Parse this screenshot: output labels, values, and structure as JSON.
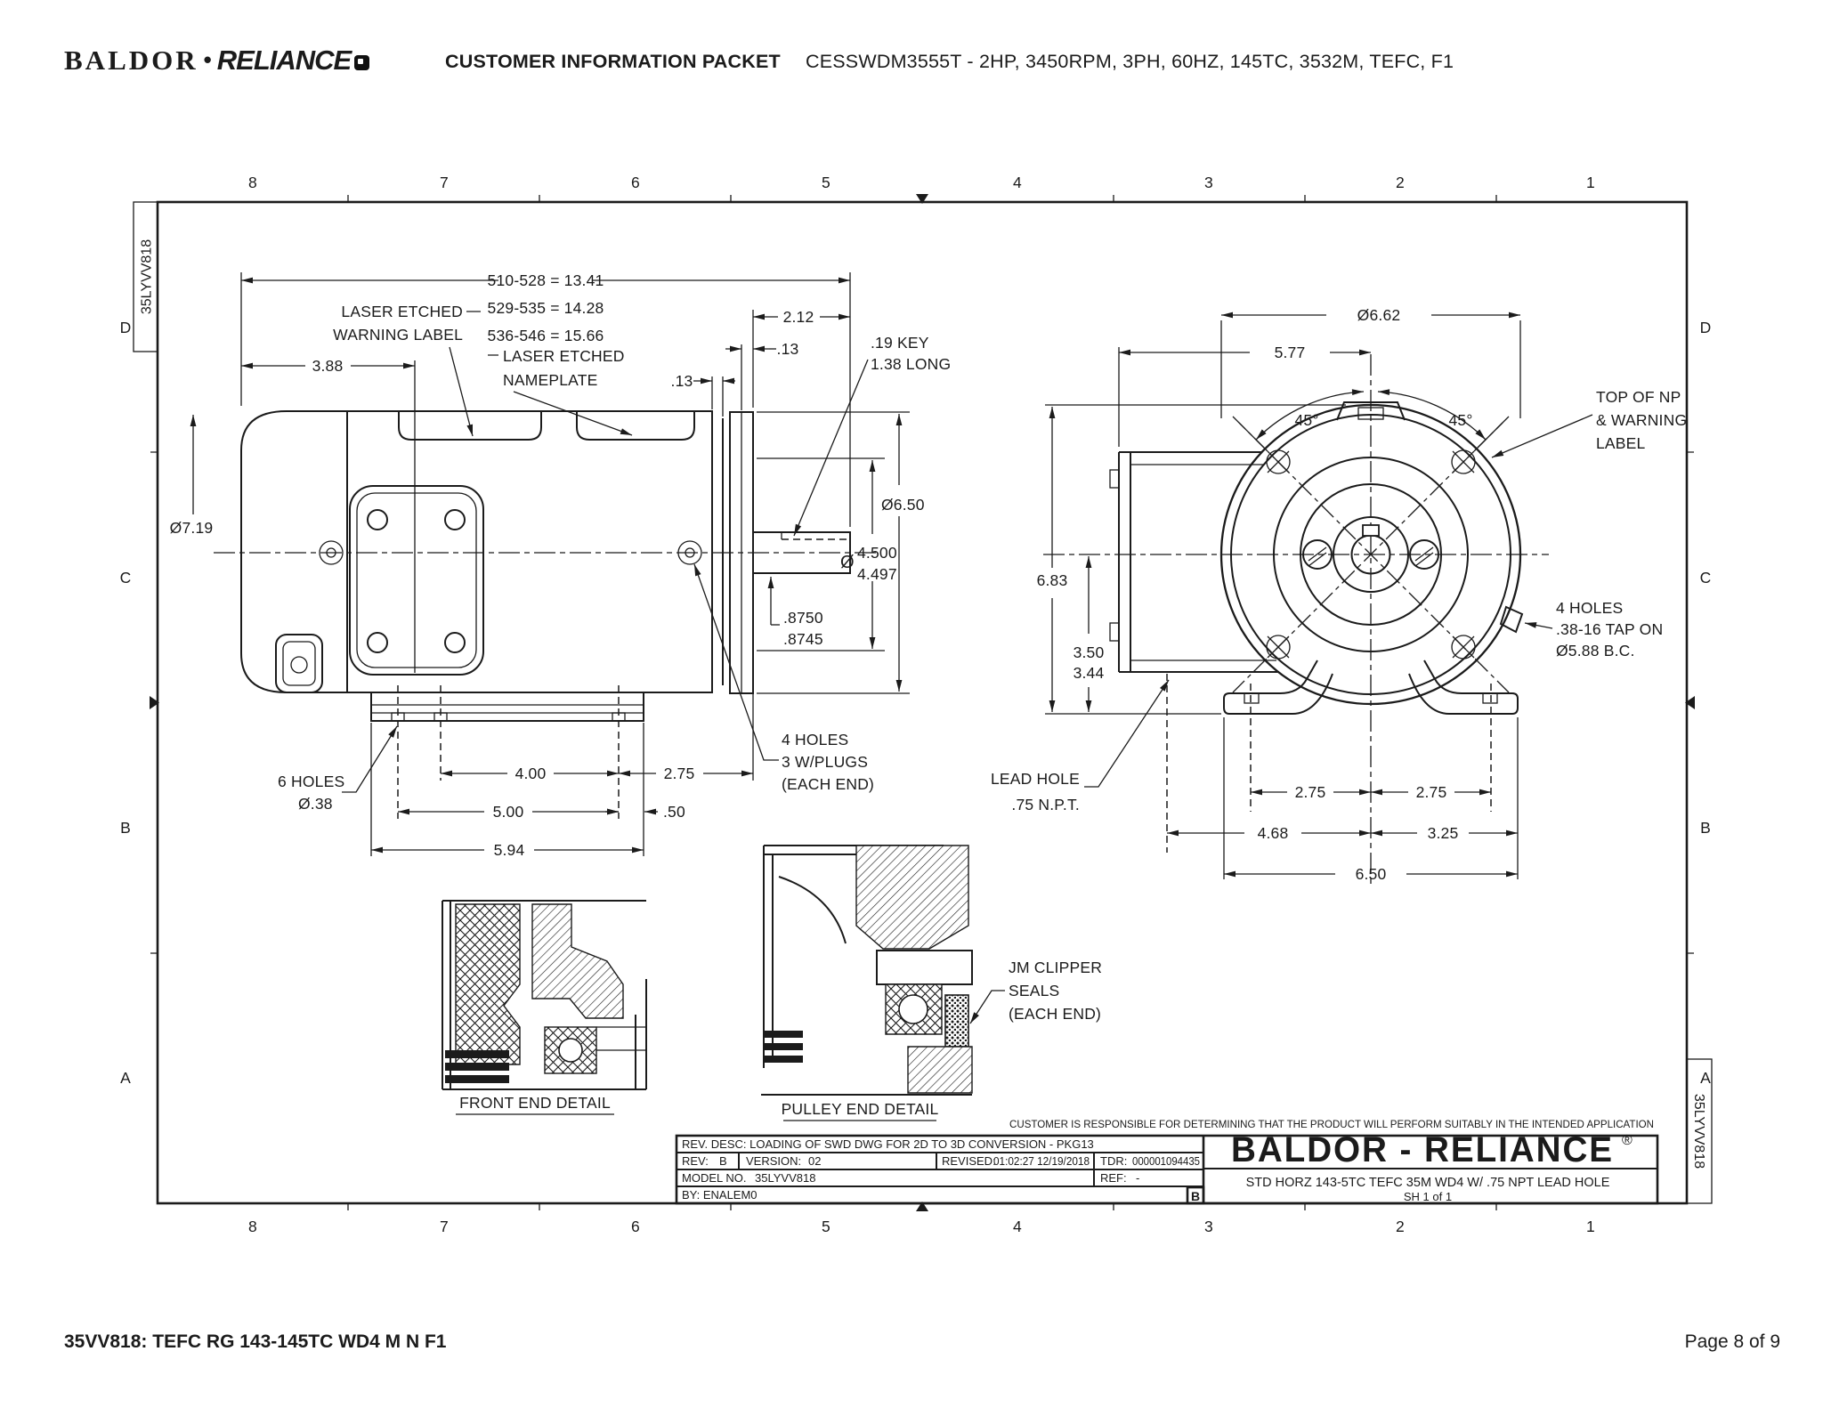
{
  "header": {
    "brand_left": "BALDOR",
    "brand_dot": "•",
    "brand_right": "RELIANCE",
    "packet": "CUSTOMER INFORMATION PACKET",
    "spec": "CESSWDM3555T - 2HP, 3450RPM, 3PH, 60HZ, 145TC, 3532M, TEFC, F1"
  },
  "footer": {
    "left": "35VV818: TEFC RG 143-145TC WD4 M N F1",
    "right": "Page 8 of 9"
  },
  "frame": {
    "tag": "35LYVV818",
    "cols": [
      "8",
      "7",
      "6",
      "5",
      "4",
      "3",
      "2",
      "1"
    ],
    "rows": [
      "D",
      "C",
      "B",
      "A"
    ]
  },
  "side_view": {
    "len_dims": [
      "510-528 = 13.41",
      "529-535 = 14.28",
      "536-546 = 15.66"
    ],
    "warning_label": [
      "LASER ETCHED",
      "WARNING LABEL"
    ],
    "nameplate_label": [
      "LASER ETCHED",
      "NAMEPLATE"
    ],
    "dim_388": "3.88",
    "dim_719": "Ø7.19",
    "dim_212": "2.12",
    "dim_13a": ".13",
    "dim_13b": ".13",
    "key_note": [
      ".19 KEY",
      "1.38 LONG"
    ],
    "dim_650": "Ø6.50",
    "dia_sym": "Ø",
    "dim_4500": "4.500",
    "dim_4497": "4.497",
    "dim_8750": ".8750",
    "dim_8745": ".8745",
    "holes6": [
      "6 HOLES",
      "Ø.38"
    ],
    "dim_400": "4.00",
    "dim_275": "2.75",
    "dim_500": "5.00",
    "dim_50": ".50",
    "dim_594": "5.94",
    "holes4": [
      "4 HOLES",
      "3 W/PLUGS",
      "(EACH END)"
    ]
  },
  "end_view": {
    "dim_662": "Ø6.62",
    "dim_577": "5.77",
    "ang_l": "45°",
    "ang_r": "45°",
    "top_np": [
      "TOP OF NP",
      "& WARNING",
      "LABEL"
    ],
    "dim_683": "6.83",
    "dim_350": "3.50",
    "dim_344": "3.44",
    "lead_hole": [
      "LEAD HOLE",
      ".75 N.P.T."
    ],
    "tap_holes": [
      "4 HOLES",
      ".38-16 TAP ON",
      "Ø5.88 B.C."
    ],
    "dim_275l": "2.75",
    "dim_275r": "2.75",
    "dim_468": "4.68",
    "dim_325": "3.25",
    "dim_650": "6.50"
  },
  "details": {
    "front_label": "FRONT END DETAIL",
    "pulley_label": "PULLEY END DETAIL",
    "seals": [
      "JM CLIPPER",
      "SEALS",
      "(EACH END)"
    ]
  },
  "title_block": {
    "disclaimer": "CUSTOMER IS RESPONSIBLE FOR DETERMINING THAT THE PRODUCT WILL PERFORM SUITABLY IN THE INTENDED APPLICATION",
    "rev_desc": "REV. DESC: LOADING OF SWD DWG FOR 2D TO 3D CONVERSION - PKG13",
    "rev_label": "REV:",
    "rev": "B",
    "version_label": "VERSION:",
    "version": "02",
    "revised_label": "REVISED:",
    "revised": "01:02:27 12/19/2018",
    "tdr_label": "TDR:",
    "tdr": "000001094435",
    "model_label": "MODEL NO.",
    "model": "35LYVV818",
    "ref_label": "REF:",
    "ref": "-",
    "by": "BY: ENALEM0",
    "stamp": "B",
    "brand": "BALDOR - RELIANCE",
    "reg": "®",
    "desc": "STD HORZ 143-5TC TEFC 35M WD4 W/ .75 NPT LEAD HOLE",
    "sheet": "SH 1 of 1"
  }
}
